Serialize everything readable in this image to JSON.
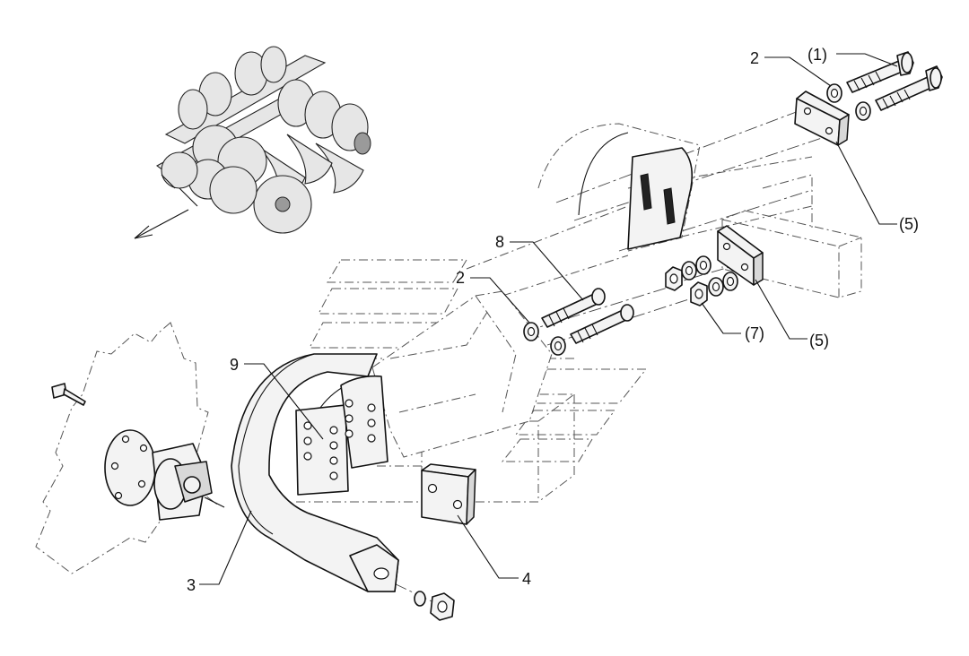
{
  "diagram": {
    "type": "exploded-parts-assembly",
    "direction_arrow": "travel-direction-arrow",
    "callouts": {
      "c1": "(1)",
      "c2a": "2",
      "c2b": "2",
      "c3": "3",
      "c4": "4",
      "c5a": "(5)",
      "c5b": "(5)",
      "c7": "(7)",
      "c8": "8",
      "c9": "9"
    },
    "parts": [
      {
        "id": "disc-harrow-overview",
        "name": "disc harrow overview"
      },
      {
        "id": "scraper-blade",
        "callout": "3"
      },
      {
        "id": "clamp-plate",
        "callout": "4"
      },
      {
        "id": "spacer-plate-upper",
        "callout": "(5)"
      },
      {
        "id": "spacer-plate-lower",
        "callout": "(5)"
      },
      {
        "id": "hex-nuts",
        "callout": "(7)"
      },
      {
        "id": "bolts-lower",
        "callout": "8"
      },
      {
        "id": "bolts-upper",
        "callout": "(1)"
      },
      {
        "id": "washers-upper",
        "callout": "2"
      },
      {
        "id": "washers-lower",
        "callout": "2"
      },
      {
        "id": "adapter-plate",
        "callout": "9"
      }
    ]
  }
}
